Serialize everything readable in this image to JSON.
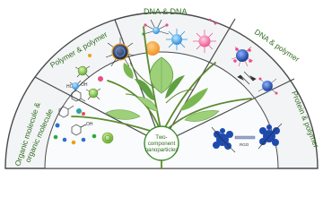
{
  "figure": {
    "center_label_line1": "Two-",
    "center_label_line2": "component",
    "center_label_line3": "nanoparticles",
    "sectors": [
      {
        "id": "organic",
        "label_line1": "Organic molecule &",
        "label_line2": "organic molecule"
      },
      {
        "id": "polymer",
        "label": "Polymer & polymer"
      },
      {
        "id": "dna-dna",
        "label": "DNA & DNA"
      },
      {
        "id": "dna-polymer",
        "label": "DNA & polymer"
      },
      {
        "id": "protein",
        "label": "Protein & polymer"
      }
    ],
    "small_labels": {
      "oh_1": "OH",
      "oh_2": "OH",
      "ho": "HO",
      "rgo": "RGO"
    },
    "colors": {
      "arc_border": "#4a4a4a",
      "fill_outer": "#f3f4f6",
      "fill_inner": "#ffffff",
      "tree": "#5c8a2e",
      "leaf_dark": "#5fa043",
      "leaf_light": "#9ed07a",
      "center_ring": "#3c8c2a",
      "text": "#2f6d1f"
    }
  }
}
